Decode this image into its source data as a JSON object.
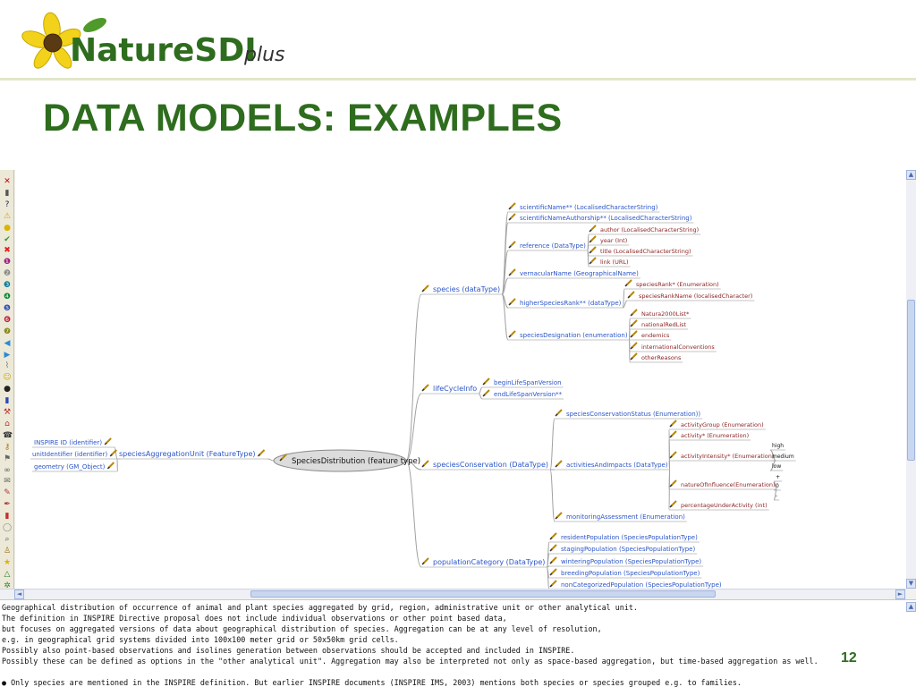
{
  "brand": {
    "name": "NatureSDI",
    "suffix": "plus"
  },
  "slide": {
    "title": "DATA MODELS: EXAMPLES",
    "page_number": "12"
  },
  "colors": {
    "title_green": "#2e6c1e",
    "node_text": "#2a55c8",
    "child_text": "#8b1f1f",
    "branch_line": "#a0a0a0"
  },
  "toolbar_icons": [
    "close-icon",
    "trash-icon",
    "help-icon",
    "warning-icon",
    "bulb-icon",
    "check-icon",
    "cross-icon",
    "num1-icon",
    "num2-icon",
    "num3-icon",
    "num4-icon",
    "num5-icon",
    "num6-icon",
    "num7-icon",
    "arrow-left-icon",
    "arrow-right-icon",
    "clip-icon",
    "smile-icon",
    "bomb-icon",
    "book-icon",
    "hammer-icon",
    "home-icon",
    "phone-icon",
    "key-icon",
    "flag-icon",
    "glasses-icon",
    "mail-icon",
    "pencil-icon",
    "pen-icon",
    "thermometer-icon",
    "magnifier-icon",
    "search-icon",
    "person-icon",
    "star-icon",
    "warning2-icon",
    "gear-icon"
  ],
  "mindmap": {
    "center": "SpeciesDistribution (feature type)",
    "left": {
      "parent": "speciesAggregationUnit (FeatureType)",
      "children": [
        "INSPIRE ID (identifier)",
        "unitIdentifier (identifier)",
        "geometry (GM_Object)"
      ]
    },
    "species": {
      "label": "species (dataType)",
      "scientificName": "scientificName** (LocalisedCharacterString)",
      "scientificNameAuthorship": "scientificNameAuthorship** (LocalisedCharacterString)",
      "reference": "reference (DataType)",
      "reference_children": [
        "author (LocalisedCharacterString)",
        "year (Int)",
        "title (LocalisedCharacterString)",
        "link (URL)"
      ],
      "vernacularName": "vernacularName (GeographicalName)",
      "higherSpeciesRank": "higherSpeciesRank** (dataType)",
      "higher_children": [
        "speciesRank* (Enumeration)",
        "speciesRankName (localisedCharacter)"
      ],
      "speciesDesignation": "speciesDesignation (enumeration)",
      "designation_children": [
        "Natura2000List*",
        "nationalRedList",
        "endemics",
        "internationalConventions",
        "otherReasons"
      ]
    },
    "lifeCycleInfo": {
      "label": "lifeCycleInfo",
      "children": [
        "beginLifeSpanVersion",
        "endLifeSpanVersion**"
      ]
    },
    "speciesConservation": {
      "label": "speciesConservation (DataType)",
      "status": "speciesConservationStatus (Enumeration))",
      "activities": "activitiesAndImpacts (DataType)",
      "activity_children": [
        "activityGroup (Enumeration)",
        "activity* (Enumeration)",
        "activityIntensity* (Enumeration)",
        "natureOfInfluence(Enumeration)",
        "percentageUnderActivity (int)"
      ],
      "intensity_values": [
        "high",
        "medium",
        "low"
      ],
      "influence_values": [
        "+",
        "0",
        "-"
      ],
      "monitoring": "monitoringAssessment (Enumeration)"
    },
    "populationCategory": {
      "label": "populationCategory (DataType)",
      "children": [
        "residentPopulation (SpeciesPopulationType)",
        "stagingPopulation (SpeciesPopulationType)",
        "winteringPopulation (SpeciesPopulationType)",
        "breedingPopulation (SpeciesPopulationType)",
        "nonCategorizedPopulation (SpeciesPopulationType)"
      ]
    }
  },
  "notes": [
    "Geographical distribution of occurrence of animal and plant species aggregated by grid, region, administrative unit or other analytical unit.",
    "The definition in INSPIRE Directive proposal does not include individual observations or other point based data,",
    "but focuses on aggregated versions of data about geographical distribution of species. Aggregation can be at any level of resolution,",
    "e.g. in geographical grid systems divided into 100x100 meter grid or 50x50km grid cells.",
    "Possibly also point-based observations and isolines generation between observations should be accepted and included in INSPIRE.",
    "Possibly these can be defined as options in the \"other analytical unit\". Aggregation may also be interpreted not only as space-based aggregation, but time-based aggregation as well.",
    "",
    "● Only species are mentioned in the INSPIRE definition. But earlier INSPIRE documents (INSPIRE IMS, 2003) mentions both species or species grouped e.g. to families."
  ]
}
